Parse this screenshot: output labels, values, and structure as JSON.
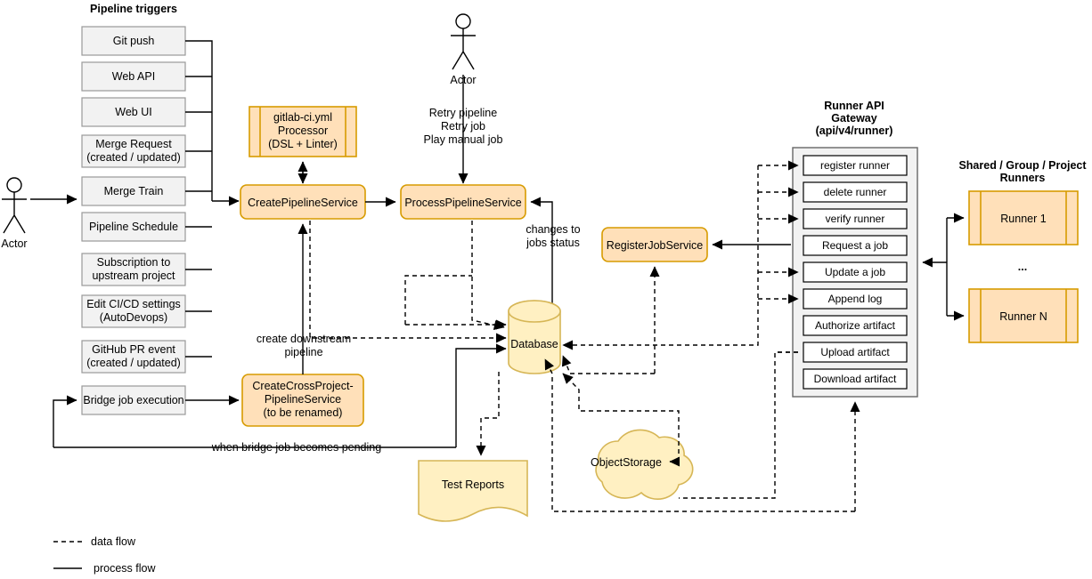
{
  "diagram": {
    "title": "GitLab CI pipeline and runner architecture",
    "colors": {
      "service_fill": "#ffe0b9",
      "service_stroke": "#d79b00",
      "store_fill": "#fff0c2",
      "store_stroke": "#d6b656",
      "trigger_fill": "#f2f2f2",
      "trigger_stroke": "#999999",
      "gateway_fill": "#f2f2f2",
      "gateway_stroke": "#666666"
    }
  },
  "triggers": {
    "heading": "Pipeline triggers",
    "items": [
      {
        "label": "Git push"
      },
      {
        "label": "Web API"
      },
      {
        "label": "Web UI"
      },
      {
        "label": "Merge Request",
        "label2": "(created / updated)"
      },
      {
        "label": "Merge Train"
      },
      {
        "label": "Pipeline Schedule"
      },
      {
        "label": "Subscription to",
        "label2": "upstream project"
      },
      {
        "label": "Edit CI/CD settings",
        "label2": "(AutoDevops)"
      },
      {
        "label": "GitHub PR event",
        "label2": "(created / updated)"
      },
      {
        "label": "Bridge job execution"
      }
    ]
  },
  "actors": {
    "left": "Actor",
    "top": "Actor"
  },
  "services": {
    "processor": {
      "line1": "gitlab-ci.yml",
      "line2": "Processor",
      "line3": "(DSL + Linter)"
    },
    "create_pipeline": "CreatePipelineService",
    "process_pipeline": "ProcessPipelineService",
    "register_job": "RegisterJobService",
    "cross_project": {
      "line1": "CreateCrossProject-",
      "line2": "PipelineService",
      "line3": "(to be renamed)"
    }
  },
  "stores": {
    "database": "Database",
    "test_reports": "Test Reports",
    "object_storage": "ObjectStorage"
  },
  "edge_labels": {
    "retry": {
      "line1": "Retry pipeline",
      "line2": "Retry job",
      "line3": "Play manual job"
    },
    "changes_to_jobs_status": {
      "line1": "changes to",
      "line2": "jobs status"
    },
    "create_downstream": {
      "line1": "create downstream",
      "line2": "pipeline"
    },
    "bridge_pending": "when bridge job becomes pending"
  },
  "gateway": {
    "title": {
      "line1": "Runner API",
      "line2": "Gateway",
      "line3": "(api/v4/runner)"
    },
    "endpoints": [
      {
        "label": "register runner"
      },
      {
        "label": "delete runner"
      },
      {
        "label": "verify runner"
      },
      {
        "label": "Request a job"
      },
      {
        "label": "Update a job"
      },
      {
        "label": "Append log"
      },
      {
        "label": "Authorize artifact"
      },
      {
        "label": "Upload artifact"
      },
      {
        "label": "Download artifact"
      }
    ]
  },
  "runners": {
    "title": {
      "line1": "Shared / Group / Project",
      "line2": "Runners"
    },
    "items": [
      {
        "label": "Runner 1"
      },
      {
        "label": "Runner N"
      }
    ],
    "ellipsis": "..."
  },
  "legend": [
    {
      "label": "data flow",
      "style": "dashed"
    },
    {
      "label": "process flow",
      "style": "solid"
    }
  ]
}
